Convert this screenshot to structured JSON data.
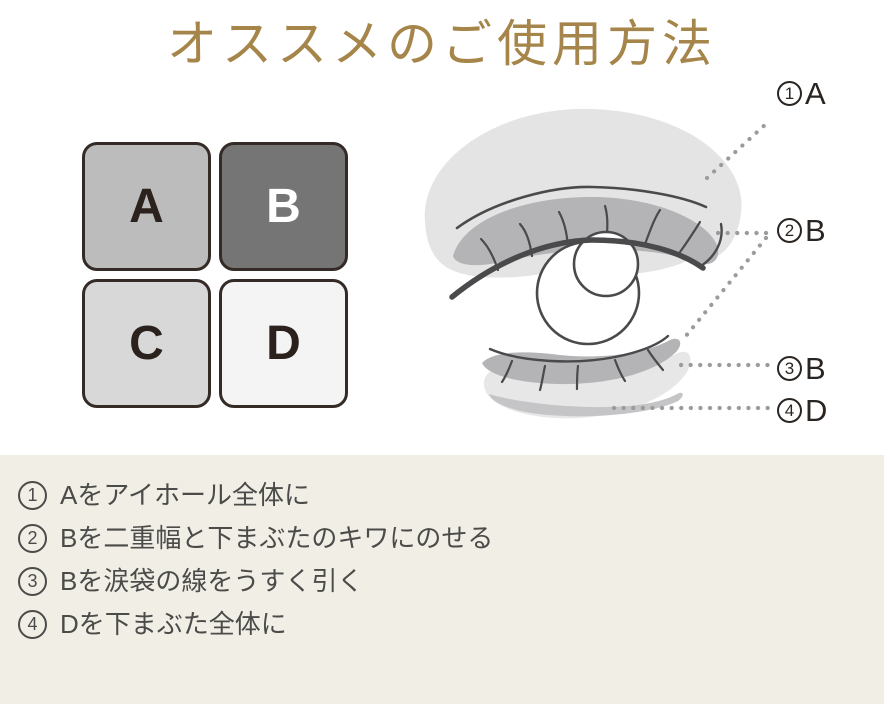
{
  "title": "オススメのご使用方法",
  "colors": {
    "title_gold": "#a6854a",
    "background": "#ffffff",
    "instructions_bg": "#f1eee6",
    "outline": "#4a4a4c",
    "dotted_pointer": "#9b9b9c",
    "label_text": "#2b2522",
    "swatch_border": "#342b27",
    "shade_light": "#e4e4e5",
    "shade_mid": "#b4b4b6",
    "shade_soft": "#c5c5c7"
  },
  "palette": {
    "swatches": [
      {
        "label": "A",
        "color": "#bcbcbd",
        "text_color": "#2b211d",
        "style": "background:#bcbcbd;color:#2b211d"
      },
      {
        "label": "B",
        "color": "#757576",
        "text_color": "#ffffff",
        "style": "background:#757576;color:#ffffff"
      },
      {
        "label": "C",
        "color": "#d8d8d9",
        "text_color": "#2b211d",
        "style": "background:#d8d8d9;color:#2b211d"
      },
      {
        "label": "D",
        "color": "#f4f4f5",
        "text_color": "#2b211d",
        "style": "background:#f4f4f5;color:#2b211d"
      }
    ]
  },
  "diagram": {
    "labels": [
      {
        "number": "1",
        "letter": "A"
      },
      {
        "number": "2",
        "letter": "B"
      },
      {
        "number": "3",
        "letter": "B"
      },
      {
        "number": "4",
        "letter": "D"
      }
    ]
  },
  "instructions": {
    "items": [
      {
        "number": "1",
        "text": "Aをアイホール全体に"
      },
      {
        "number": "2",
        "text": "Bを二重幅と下まぶたのキワにのせる"
      },
      {
        "number": "3",
        "text": "Bを涙袋の線をうすく引く"
      },
      {
        "number": "4",
        "text": "Dを下まぶた全体に"
      }
    ]
  }
}
